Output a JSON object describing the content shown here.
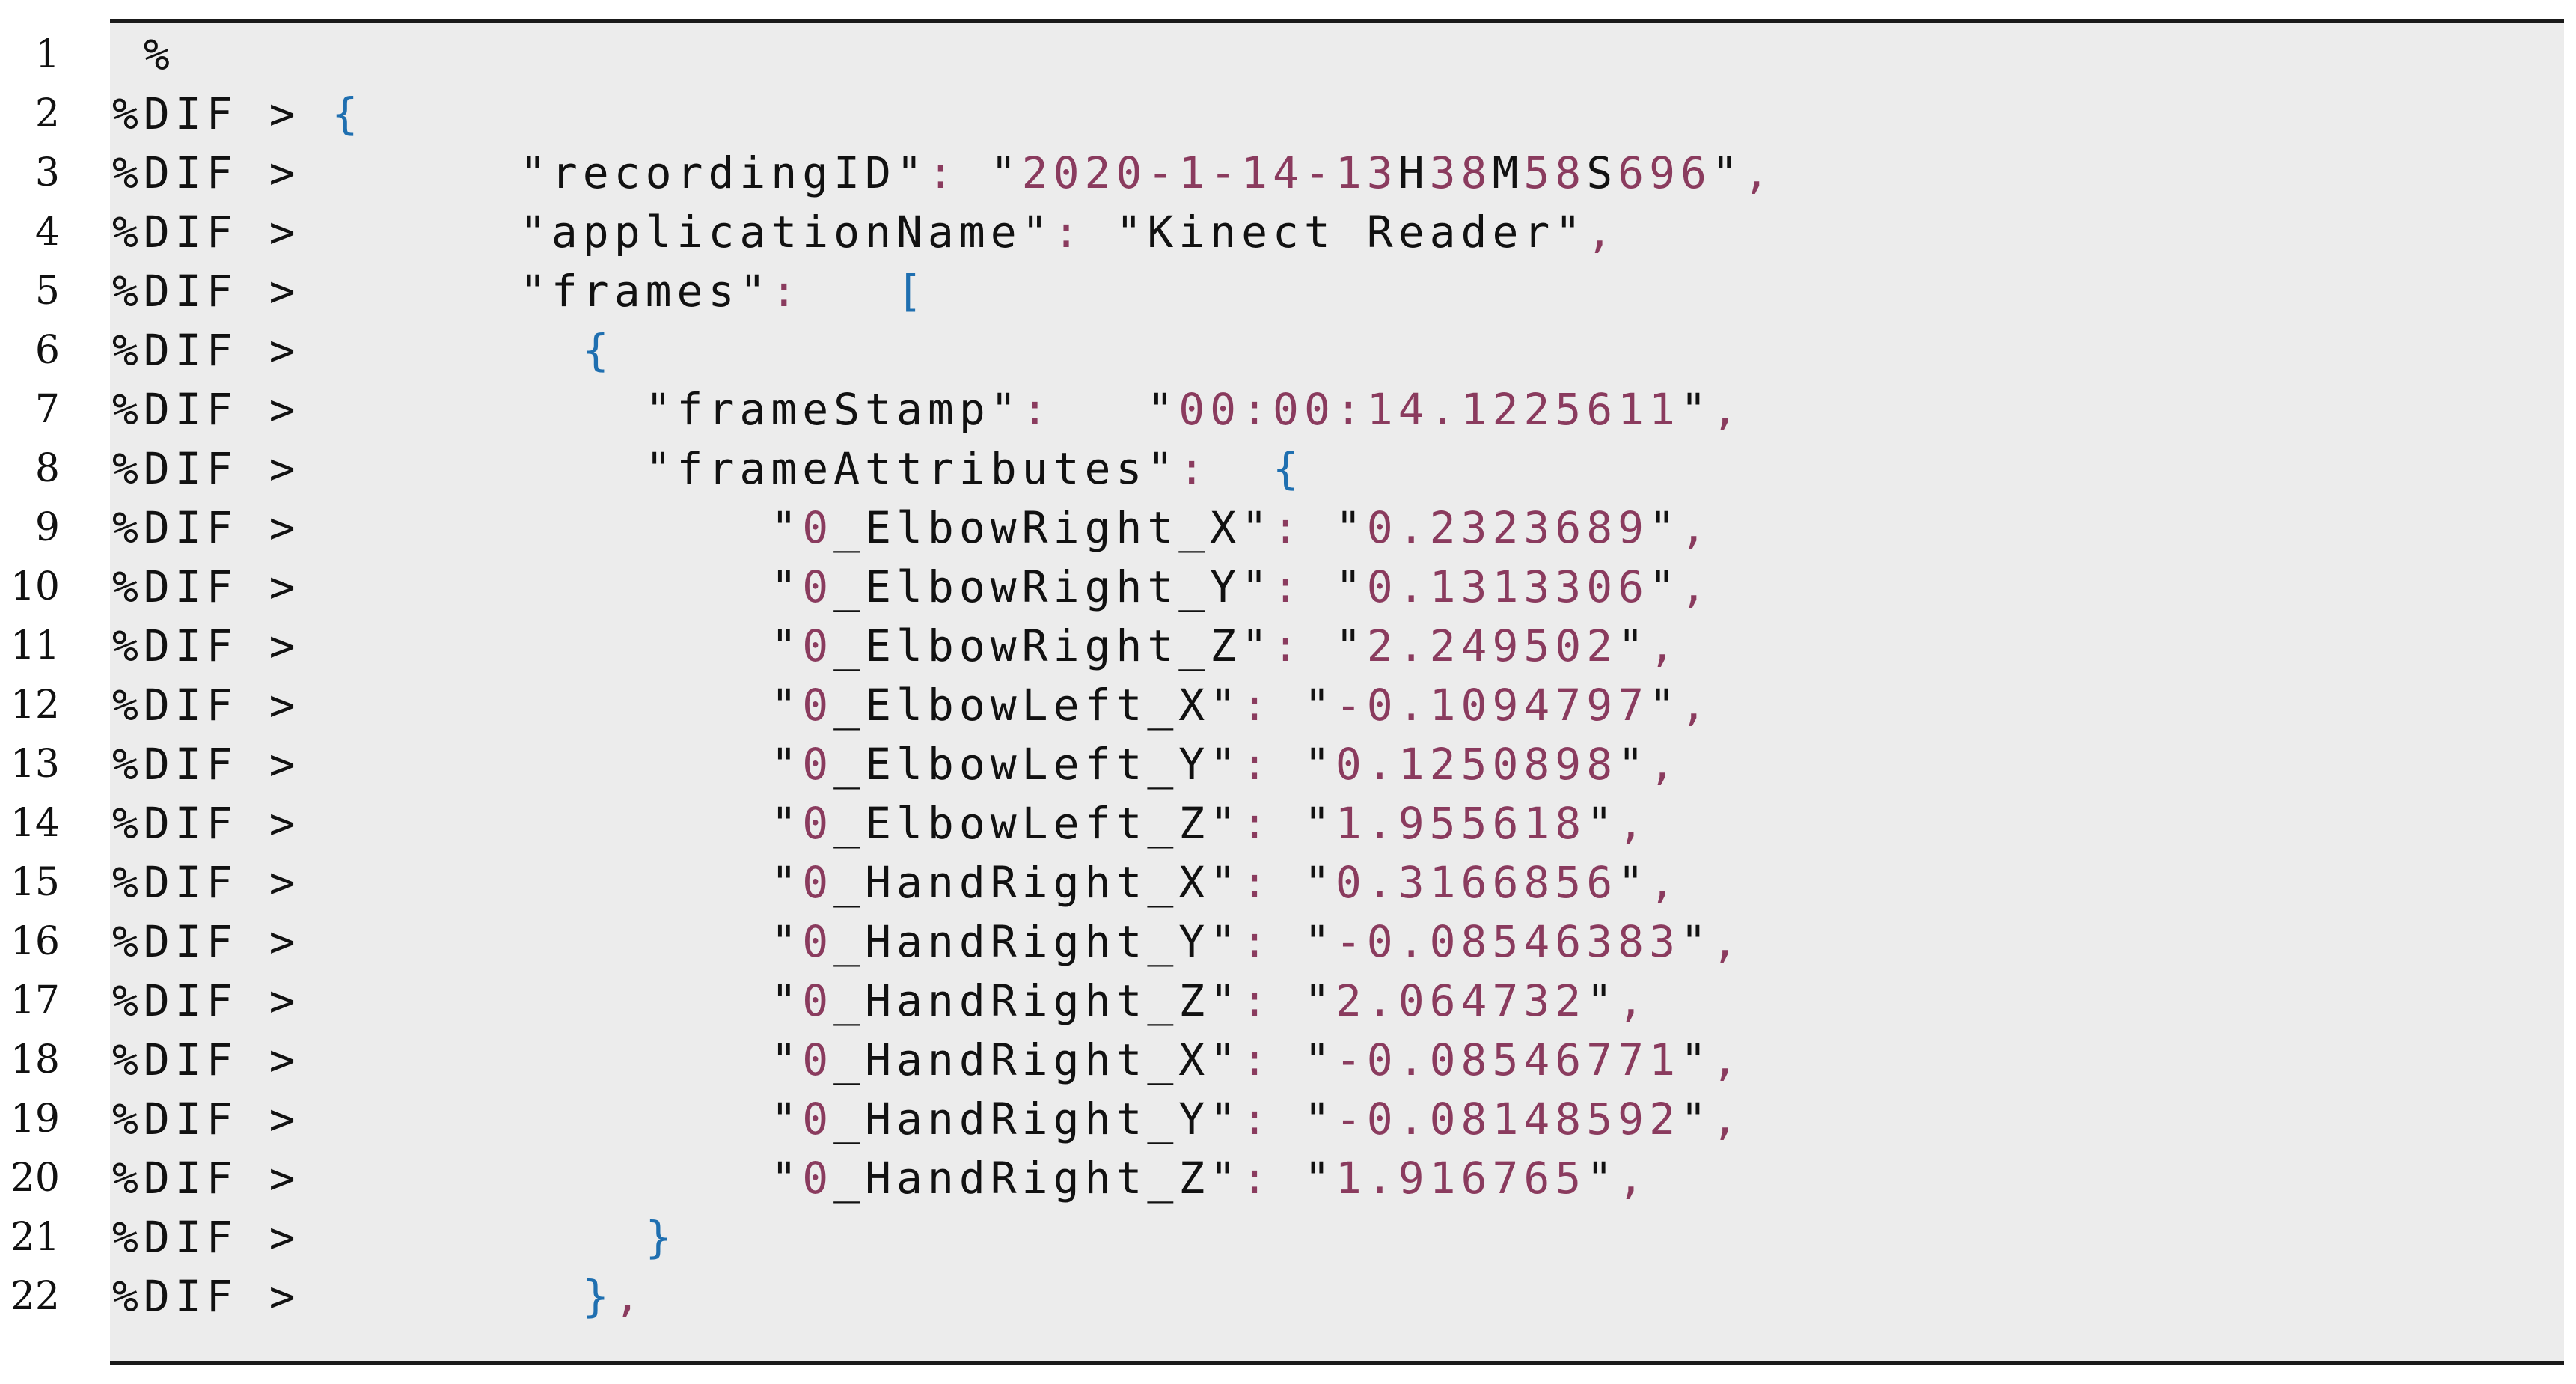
{
  "listing": {
    "lines": [
      {
        "number": "1",
        "tokens": [
          {
            "text": " %",
            "kind": "text"
          }
        ]
      },
      {
        "number": "2",
        "tokens": [
          {
            "text": "%DIF > ",
            "kind": "text"
          },
          {
            "text": "{",
            "kind": "brace"
          }
        ]
      },
      {
        "number": "3",
        "tokens": [
          {
            "text": "%DIF >       ",
            "kind": "text"
          },
          {
            "text": "\"recordingID\"",
            "kind": "text"
          },
          {
            "text": ": ",
            "kind": "punct"
          },
          {
            "text": "\"",
            "kind": "text"
          },
          {
            "text": "2020-1-14-13",
            "kind": "str"
          },
          {
            "text": "H",
            "kind": "text"
          },
          {
            "text": "38",
            "kind": "str"
          },
          {
            "text": "M",
            "kind": "text"
          },
          {
            "text": "58",
            "kind": "str"
          },
          {
            "text": "S",
            "kind": "text"
          },
          {
            "text": "696",
            "kind": "str"
          },
          {
            "text": "\"",
            "kind": "text"
          },
          {
            "text": ",",
            "kind": "punct"
          }
        ]
      },
      {
        "number": "4",
        "tokens": [
          {
            "text": "%DIF >       ",
            "kind": "text"
          },
          {
            "text": "\"applicationName\"",
            "kind": "text"
          },
          {
            "text": ": ",
            "kind": "punct"
          },
          {
            "text": "\"Kinect Reader\"",
            "kind": "text"
          },
          {
            "text": ",",
            "kind": "punct"
          }
        ]
      },
      {
        "number": "5",
        "tokens": [
          {
            "text": "%DIF >       ",
            "kind": "text"
          },
          {
            "text": "\"frames\"",
            "kind": "text"
          },
          {
            "text": ":   ",
            "kind": "punct"
          },
          {
            "text": "[",
            "kind": "brace"
          }
        ]
      },
      {
        "number": "6",
        "tokens": [
          {
            "text": "%DIF >         ",
            "kind": "text"
          },
          {
            "text": "{",
            "kind": "brace"
          }
        ]
      },
      {
        "number": "7",
        "tokens": [
          {
            "text": "%DIF >           ",
            "kind": "text"
          },
          {
            "text": "\"frameStamp\"",
            "kind": "text"
          },
          {
            "text": ":   ",
            "kind": "punct"
          },
          {
            "text": "\"",
            "kind": "text"
          },
          {
            "text": "00:00:14.1225611",
            "kind": "str"
          },
          {
            "text": "\"",
            "kind": "text"
          },
          {
            "text": ",",
            "kind": "punct"
          }
        ]
      },
      {
        "number": "8",
        "tokens": [
          {
            "text": "%DIF >           ",
            "kind": "text"
          },
          {
            "text": "\"frameAttributes\"",
            "kind": "text"
          },
          {
            "text": ":  ",
            "kind": "punct"
          },
          {
            "text": "{",
            "kind": "brace"
          }
        ]
      },
      {
        "number": "9",
        "tokens": [
          {
            "text": "%DIF >               ",
            "kind": "text"
          },
          {
            "text": "\"",
            "kind": "text"
          },
          {
            "text": "0",
            "kind": "str"
          },
          {
            "text": "_ElbowRight_X\"",
            "kind": "text"
          },
          {
            "text": ": ",
            "kind": "punct"
          },
          {
            "text": "\"",
            "kind": "text"
          },
          {
            "text": "0.2323689",
            "kind": "str"
          },
          {
            "text": "\"",
            "kind": "text"
          },
          {
            "text": ",",
            "kind": "punct"
          }
        ]
      },
      {
        "number": "10",
        "tokens": [
          {
            "text": "%DIF >               ",
            "kind": "text"
          },
          {
            "text": "\"",
            "kind": "text"
          },
          {
            "text": "0",
            "kind": "str"
          },
          {
            "text": "_ElbowRight_Y\"",
            "kind": "text"
          },
          {
            "text": ": ",
            "kind": "punct"
          },
          {
            "text": "\"",
            "kind": "text"
          },
          {
            "text": "0.1313306",
            "kind": "str"
          },
          {
            "text": "\"",
            "kind": "text"
          },
          {
            "text": ",",
            "kind": "punct"
          }
        ]
      },
      {
        "number": "11",
        "tokens": [
          {
            "text": "%DIF >               ",
            "kind": "text"
          },
          {
            "text": "\"",
            "kind": "text"
          },
          {
            "text": "0",
            "kind": "str"
          },
          {
            "text": "_ElbowRight_Z\"",
            "kind": "text"
          },
          {
            "text": ": ",
            "kind": "punct"
          },
          {
            "text": "\"",
            "kind": "text"
          },
          {
            "text": "2.249502",
            "kind": "str"
          },
          {
            "text": "\"",
            "kind": "text"
          },
          {
            "text": ",",
            "kind": "punct"
          }
        ]
      },
      {
        "number": "12",
        "tokens": [
          {
            "text": "%DIF >               ",
            "kind": "text"
          },
          {
            "text": "\"",
            "kind": "text"
          },
          {
            "text": "0",
            "kind": "str"
          },
          {
            "text": "_ElbowLeft_X\"",
            "kind": "text"
          },
          {
            "text": ": ",
            "kind": "punct"
          },
          {
            "text": "\"",
            "kind": "text"
          },
          {
            "text": "-0.1094797",
            "kind": "str"
          },
          {
            "text": "\"",
            "kind": "text"
          },
          {
            "text": ",",
            "kind": "punct"
          }
        ]
      },
      {
        "number": "13",
        "tokens": [
          {
            "text": "%DIF >               ",
            "kind": "text"
          },
          {
            "text": "\"",
            "kind": "text"
          },
          {
            "text": "0",
            "kind": "str"
          },
          {
            "text": "_ElbowLeft_Y\"",
            "kind": "text"
          },
          {
            "text": ": ",
            "kind": "punct"
          },
          {
            "text": "\"",
            "kind": "text"
          },
          {
            "text": "0.1250898",
            "kind": "str"
          },
          {
            "text": "\"",
            "kind": "text"
          },
          {
            "text": ",",
            "kind": "punct"
          }
        ]
      },
      {
        "number": "14",
        "tokens": [
          {
            "text": "%DIF >               ",
            "kind": "text"
          },
          {
            "text": "\"",
            "kind": "text"
          },
          {
            "text": "0",
            "kind": "str"
          },
          {
            "text": "_ElbowLeft_Z\"",
            "kind": "text"
          },
          {
            "text": ": ",
            "kind": "punct"
          },
          {
            "text": "\"",
            "kind": "text"
          },
          {
            "text": "1.955618",
            "kind": "str"
          },
          {
            "text": "\"",
            "kind": "text"
          },
          {
            "text": ",",
            "kind": "punct"
          }
        ]
      },
      {
        "number": "15",
        "tokens": [
          {
            "text": "%DIF >               ",
            "kind": "text"
          },
          {
            "text": "\"",
            "kind": "text"
          },
          {
            "text": "0",
            "kind": "str"
          },
          {
            "text": "_HandRight_X\"",
            "kind": "text"
          },
          {
            "text": ": ",
            "kind": "punct"
          },
          {
            "text": "\"",
            "kind": "text"
          },
          {
            "text": "0.3166856",
            "kind": "str"
          },
          {
            "text": "\"",
            "kind": "text"
          },
          {
            "text": ",",
            "kind": "punct"
          }
        ]
      },
      {
        "number": "16",
        "tokens": [
          {
            "text": "%DIF >               ",
            "kind": "text"
          },
          {
            "text": "\"",
            "kind": "text"
          },
          {
            "text": "0",
            "kind": "str"
          },
          {
            "text": "_HandRight_Y\"",
            "kind": "text"
          },
          {
            "text": ": ",
            "kind": "punct"
          },
          {
            "text": "\"",
            "kind": "text"
          },
          {
            "text": "-0.08546383",
            "kind": "str"
          },
          {
            "text": "\"",
            "kind": "text"
          },
          {
            "text": ",",
            "kind": "punct"
          }
        ]
      },
      {
        "number": "17",
        "tokens": [
          {
            "text": "%DIF >               ",
            "kind": "text"
          },
          {
            "text": "\"",
            "kind": "text"
          },
          {
            "text": "0",
            "kind": "str"
          },
          {
            "text": "_HandRight_Z\"",
            "kind": "text"
          },
          {
            "text": ": ",
            "kind": "punct"
          },
          {
            "text": "\"",
            "kind": "text"
          },
          {
            "text": "2.064732",
            "kind": "str"
          },
          {
            "text": "\"",
            "kind": "text"
          },
          {
            "text": ",",
            "kind": "punct"
          }
        ]
      },
      {
        "number": "18",
        "tokens": [
          {
            "text": "%DIF >               ",
            "kind": "text"
          },
          {
            "text": "\"",
            "kind": "text"
          },
          {
            "text": "0",
            "kind": "str"
          },
          {
            "text": "_HandRight_X\"",
            "kind": "text"
          },
          {
            "text": ": ",
            "kind": "punct"
          },
          {
            "text": "\"",
            "kind": "text"
          },
          {
            "text": "-0.08546771",
            "kind": "str"
          },
          {
            "text": "\"",
            "kind": "text"
          },
          {
            "text": ",",
            "kind": "punct"
          }
        ]
      },
      {
        "number": "19",
        "tokens": [
          {
            "text": "%DIF >               ",
            "kind": "text"
          },
          {
            "text": "\"",
            "kind": "text"
          },
          {
            "text": "0",
            "kind": "str"
          },
          {
            "text": "_HandRight_Y\"",
            "kind": "text"
          },
          {
            "text": ": ",
            "kind": "punct"
          },
          {
            "text": "\"",
            "kind": "text"
          },
          {
            "text": "-0.08148592",
            "kind": "str"
          },
          {
            "text": "\"",
            "kind": "text"
          },
          {
            "text": ",",
            "kind": "punct"
          }
        ]
      },
      {
        "number": "20",
        "tokens": [
          {
            "text": "%DIF >               ",
            "kind": "text"
          },
          {
            "text": "\"",
            "kind": "text"
          },
          {
            "text": "0",
            "kind": "str"
          },
          {
            "text": "_HandRight_Z\"",
            "kind": "text"
          },
          {
            "text": ": ",
            "kind": "punct"
          },
          {
            "text": "\"",
            "kind": "text"
          },
          {
            "text": "1.916765",
            "kind": "str"
          },
          {
            "text": "\"",
            "kind": "text"
          },
          {
            "text": ",",
            "kind": "punct"
          }
        ]
      },
      {
        "number": "21",
        "tokens": [
          {
            "text": "%DIF >           ",
            "kind": "text"
          },
          {
            "text": "}",
            "kind": "brace"
          }
        ]
      },
      {
        "number": "22",
        "tokens": [
          {
            "text": "%DIF >         ",
            "kind": "text"
          },
          {
            "text": "}",
            "kind": "brace"
          },
          {
            "text": ",",
            "kind": "punct"
          }
        ]
      }
    ]
  },
  "colors": {
    "background": "#ffffff",
    "code_background": "#ececec",
    "rule": "#1a1a1a",
    "text": "#111111",
    "string": "#8a3b5e",
    "brace": "#1f6fb0"
  }
}
